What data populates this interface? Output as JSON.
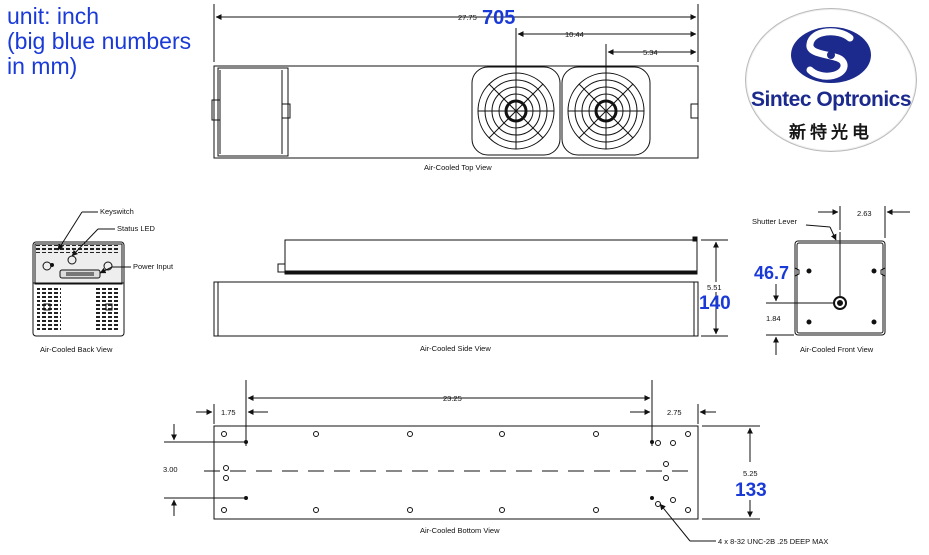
{
  "unit_note": [
    "unit: inch",
    "(big blue numbers",
    "in mm)"
  ],
  "logo": {
    "name": "Sintec Optronics",
    "chinese": "新特光电",
    "brand_color": "#1b2a8c"
  },
  "views": {
    "top": "Air-Cooled Top View",
    "back": "Air-Cooled Back View",
    "side": "Air-Cooled Side View",
    "front": "Air-Cooled Front View",
    "bottom": "Air-Cooled Bottom View"
  },
  "callouts": {
    "keyswitch": "Keyswitch",
    "status_led": "Status LED",
    "power_input": "Power Input",
    "shutter_lever": "Shutter Lever",
    "thread": "4 x 8-32 UNC-2B .25 DEEP MAX"
  },
  "dims": {
    "top_length": "27.75",
    "top_length_mm": "705",
    "top_fan1": "10.44",
    "top_fan2": "5.34",
    "side_height": "5.51",
    "side_height_mm": "140",
    "front_width": "2.63",
    "front_height_mm": "46.7",
    "front_lower": "1.84",
    "bottom_span": "23.25",
    "bottom_left": "1.75",
    "bottom_right": "2.75",
    "bottom_mid": "3.00",
    "bottom_width": "5.25",
    "bottom_width_mm": "133"
  },
  "colors": {
    "accent_blue": "#1a3ad8",
    "line": "#111111"
  }
}
